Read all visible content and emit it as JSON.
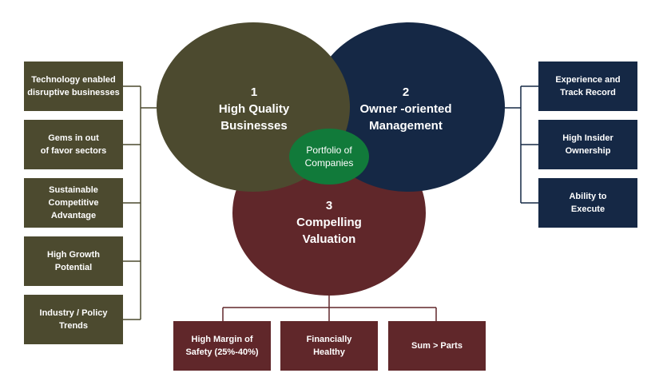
{
  "circles": {
    "quality": {
      "number": "1",
      "title": "High Quality\nBusinesses",
      "color": "#4c4a2f"
    },
    "management": {
      "number": "2",
      "title": "Owner -oriented\nManagement",
      "color": "#152845"
    },
    "valuation": {
      "number": "3",
      "title": "Compelling\nValuation",
      "color": "#60272a"
    },
    "portfolio": {
      "label": "Portfolio of\nCompanies",
      "color": "#117a3a"
    }
  },
  "left_boxes": [
    "Technology enabled\ndisruptive businesses",
    "Gems in out\nof favor sectors",
    "Sustainable\nCompetitive\nAdvantage",
    "High Growth\nPotential",
    "Industry / Policy\nTrends"
  ],
  "right_boxes": [
    "Experience and\nTrack Record",
    "High Insider\nOwnership",
    "Ability to\nExecute"
  ],
  "bottom_boxes": [
    "High Margin  of\nSafety (25%-40%)",
    "Financially\nHealthy",
    "Sum > Parts"
  ]
}
